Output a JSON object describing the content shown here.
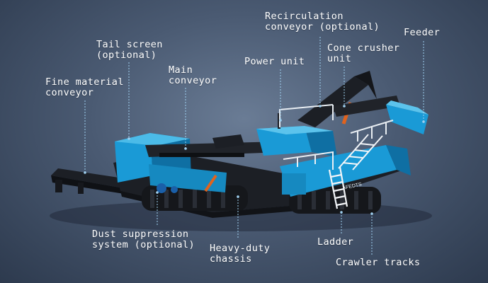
{
  "colors": {
    "background_center": "#6a7c95",
    "background_edge": "#2d3a4e",
    "machine_blue": "#1a9ad6",
    "machine_black": "#1c1f25",
    "leader_line": "#9fd0f0",
    "label_text": "#ffffff"
  },
  "labels": {
    "recirculation_conveyor": "Recirculation\nconveyor (optional)",
    "feeder": "Feeder",
    "tail_screen": "Tail screen\n(optional)",
    "cone_crusher": "Cone crusher\nunit",
    "power_unit": "Power unit",
    "main_conveyor": "Main\nconveyor",
    "fine_material_conveyor": "Fine material\nconveyor",
    "dust_suppression": "Dust suppression\nsystem (optional)",
    "heavy_duty_chassis": "Heavy-duty\nchassis",
    "ladder": "Ladder",
    "crawler_tracks": "Crawler tracks"
  },
  "machine": {
    "nameplate": "AFEDTS"
  }
}
